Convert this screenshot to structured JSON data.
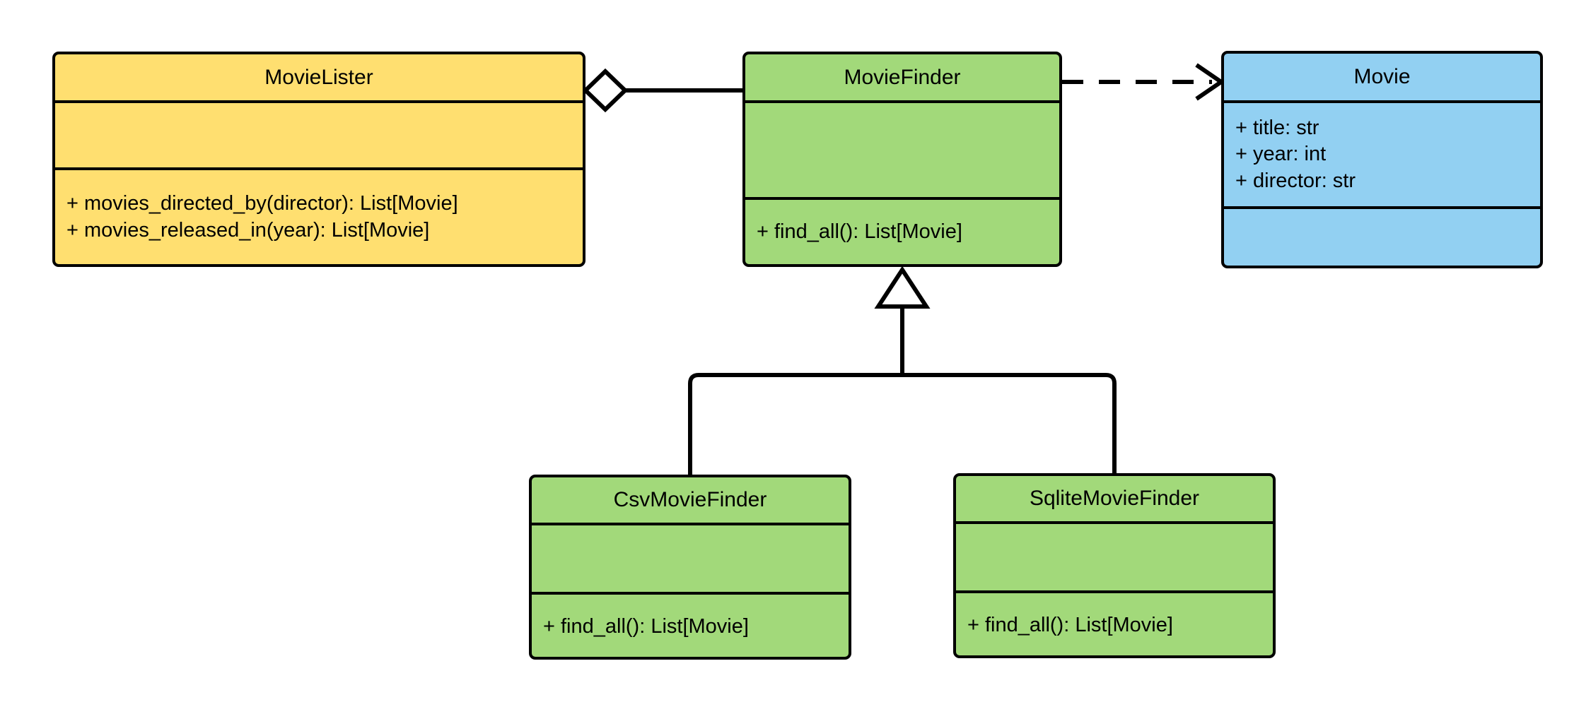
{
  "diagram": {
    "type": "uml-class-diagram",
    "background": "#ffffff",
    "stroke_color": "#000000",
    "colors": {
      "yellow": "#FFDF70",
      "green": "#A2D97A",
      "blue": "#92D0F2"
    }
  },
  "classes": [
    {
      "id": "movielister",
      "name": "MovieLister",
      "fill": "#FFDF70",
      "attributes": [],
      "operations": [
        "+ movies_directed_by(director): List[Movie]",
        "+ movies_released_in(year): List[Movie]"
      ]
    },
    {
      "id": "moviefinder",
      "name": "MovieFinder",
      "fill": "#A2D97A",
      "attributes": [],
      "operations": [
        "+ find_all(): List[Movie]"
      ]
    },
    {
      "id": "movie",
      "name": "Movie",
      "fill": "#92D0F2",
      "attributes": [
        "+ title: str",
        "+ year: int",
        "+ director: str"
      ],
      "operations": []
    },
    {
      "id": "csvmoviefinder",
      "name": "CsvMovieFinder",
      "fill": "#A2D97A",
      "attributes": [],
      "operations": [
        "+ find_all(): List[Movie]"
      ]
    },
    {
      "id": "sqlitemoviefinder",
      "name": "SqliteMovieFinder",
      "fill": "#A2D97A",
      "attributes": [],
      "operations": [
        "+ find_all(): List[Movie]"
      ]
    }
  ],
  "relationships": [
    {
      "id": "aggregation-movielister-moviefinder",
      "kind": "aggregation",
      "source": "MovieLister",
      "target": "MovieFinder",
      "line": "solid",
      "source_marker": "hollow-diamond",
      "target_marker": "none"
    },
    {
      "id": "dependency-moviefinder-movie",
      "kind": "dependency",
      "source": "MovieFinder",
      "target": "Movie",
      "line": "dashed",
      "source_marker": "none",
      "target_marker": "open-arrow"
    },
    {
      "id": "generalization-csvmoviefinder-moviefinder",
      "kind": "generalization",
      "source": "CsvMovieFinder",
      "target": "MovieFinder",
      "line": "solid",
      "source_marker": "none",
      "target_marker": "hollow-triangle"
    },
    {
      "id": "generalization-sqlitemoviefinder-moviefinder",
      "kind": "generalization",
      "source": "SqliteMovieFinder",
      "target": "MovieFinder",
      "line": "solid",
      "source_marker": "none",
      "target_marker": "hollow-triangle"
    }
  ]
}
